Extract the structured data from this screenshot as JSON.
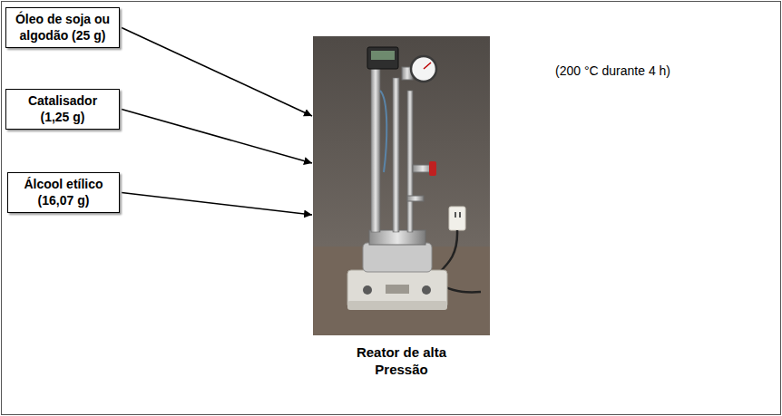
{
  "diagram": {
    "nodes": [
      {
        "text": [
          "Óleo de soja ou algodão (25 g)"
        ]
      },
      {
        "text": [
          "Catalisador (1,25 g)"
        ]
      },
      {
        "text": [
          "Álcool etílico (16,07 g)"
        ]
      },
      {
        "text": [
          "Reator de alta Pressão"
        ]
      }
    ],
    "edges": [
      {
        "from": 0,
        "to": 3,
        "arrow": "to"
      },
      {
        "from": 1,
        "to": 3,
        "arrow": "to"
      },
      {
        "from": 2,
        "to": 3,
        "arrow": "to"
      }
    ],
    "labels": [
      "(200 °C durante 4 h)"
    ]
  }
}
